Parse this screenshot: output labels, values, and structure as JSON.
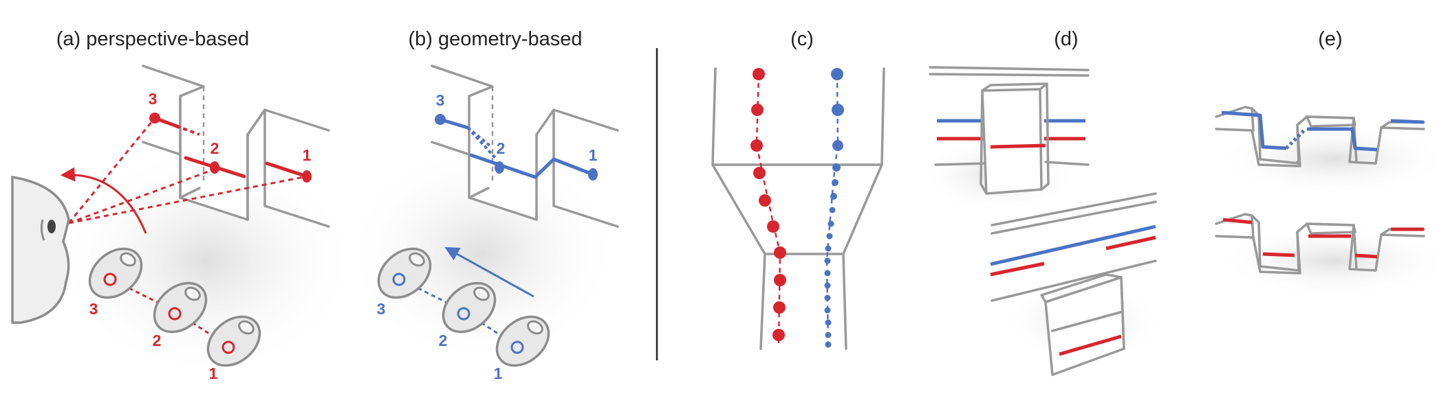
{
  "panels": {
    "a": {
      "caption": "(a) perspective-based",
      "marker_labels": [
        "1",
        "2",
        "3"
      ],
      "foot_labels": [
        "1",
        "2",
        "3"
      ]
    },
    "b": {
      "caption": "(b) geometry-based",
      "marker_labels": [
        "1",
        "2",
        "3"
      ],
      "foot_labels": [
        "1",
        "2",
        "3"
      ]
    },
    "c": {
      "caption": "(c)"
    },
    "d": {
      "caption": "(d)"
    },
    "e": {
      "caption": "(e)"
    }
  },
  "colors": {
    "red": "#d7262d",
    "blue": "#4a73c4",
    "gray": "#999999",
    "text": "#222222"
  }
}
